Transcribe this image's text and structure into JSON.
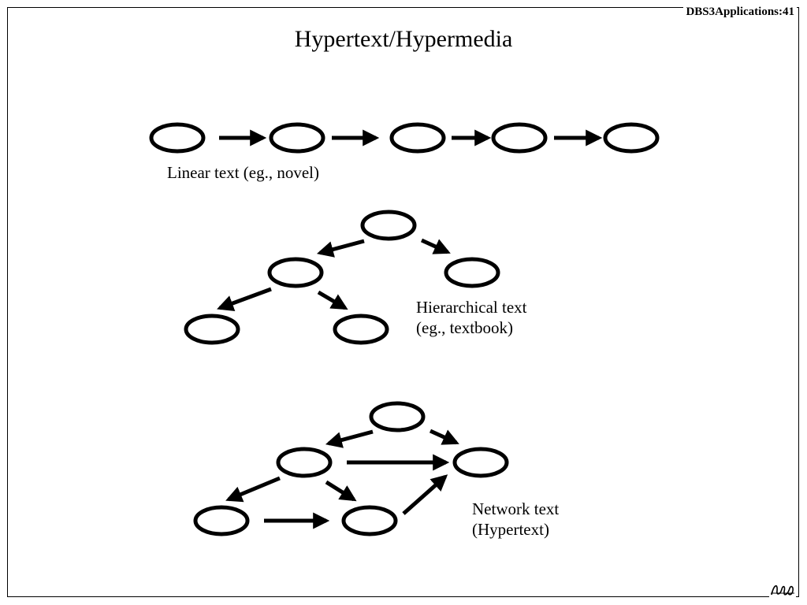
{
  "header": {
    "slide_id": "DBS3Applications:41"
  },
  "title": "Hypertext/Hypermedia",
  "sections": {
    "linear": {
      "label": "Linear text (eg., novel)"
    },
    "hierarchical": {
      "label_line1": "Hierarchical text",
      "label_line2": "(eg., textbook)"
    },
    "network": {
      "label_line1": "Network text",
      "label_line2": "(Hypertext)"
    }
  },
  "colors": {
    "stroke": "#000000",
    "background": "#ffffff"
  },
  "logo_icon": "signature-logo-icon"
}
